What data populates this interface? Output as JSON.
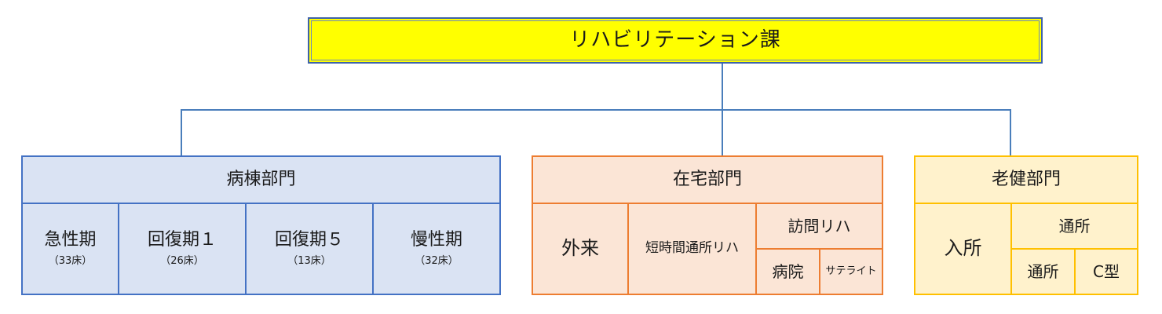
{
  "root": {
    "label": "リハビリテーション課"
  },
  "ward": {
    "header": "病棟部門",
    "cells": [
      {
        "label": "急性期",
        "beds": "（33床）"
      },
      {
        "label": "回復期１",
        "beds": "（26床）"
      },
      {
        "label": "回復期５",
        "beds": "（13床）"
      },
      {
        "label": "慢性期",
        "beds": "（32床）"
      }
    ]
  },
  "home": {
    "header": "在宅部門",
    "outpatient": "外来",
    "short_day": "短時間通所リハ",
    "visit": "訪問リハ",
    "hospital": "病院",
    "satellite": "サテライト"
  },
  "rouken": {
    "header": "老健部門",
    "admission": "入所",
    "day_care": "通所",
    "day_care_sub": "通所",
    "type_c": "C型"
  },
  "colors": {
    "root_fill": "#ffff00",
    "ward_fill": "#dae3f3",
    "ward_border": "#4472c4",
    "home_fill": "#fbe5d6",
    "home_border": "#ed7d31",
    "rouken_fill": "#fff2cc",
    "rouken_border": "#ffc000",
    "connector": "#4a7ebb"
  }
}
